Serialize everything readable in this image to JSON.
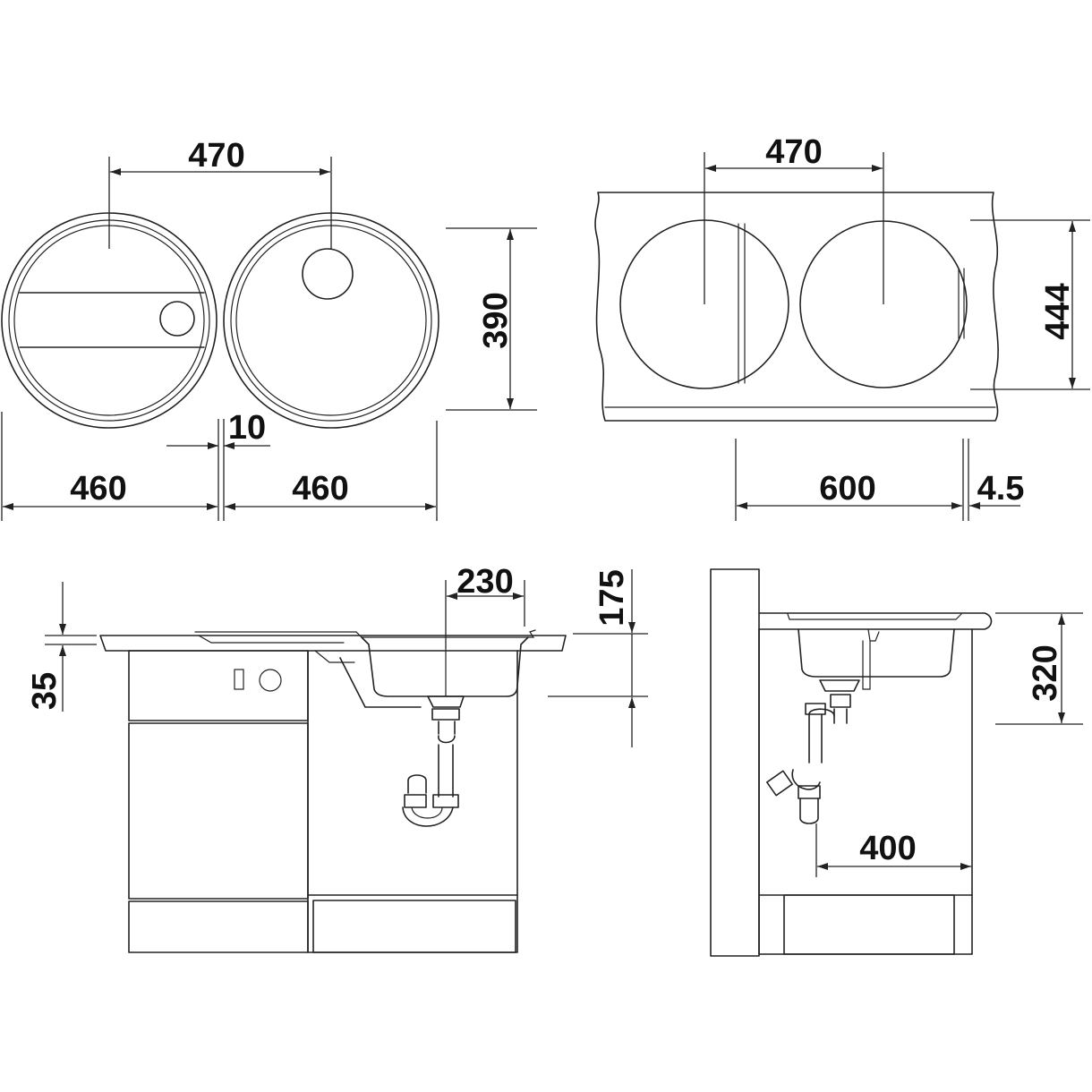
{
  "dimensions": {
    "top_left_bowl_spacing": "470",
    "top_left_height": "390",
    "gap": "10",
    "left_width_a": "460",
    "left_width_b": "460",
    "top_right_bowl_spacing": "470",
    "top_right_depth": "444",
    "cabinet_width": "600",
    "offset": "4.5",
    "bowl_offset": "230",
    "bowl_depth": "175",
    "worktop_thickness": "35",
    "side_height": "320",
    "side_depth": "400"
  }
}
